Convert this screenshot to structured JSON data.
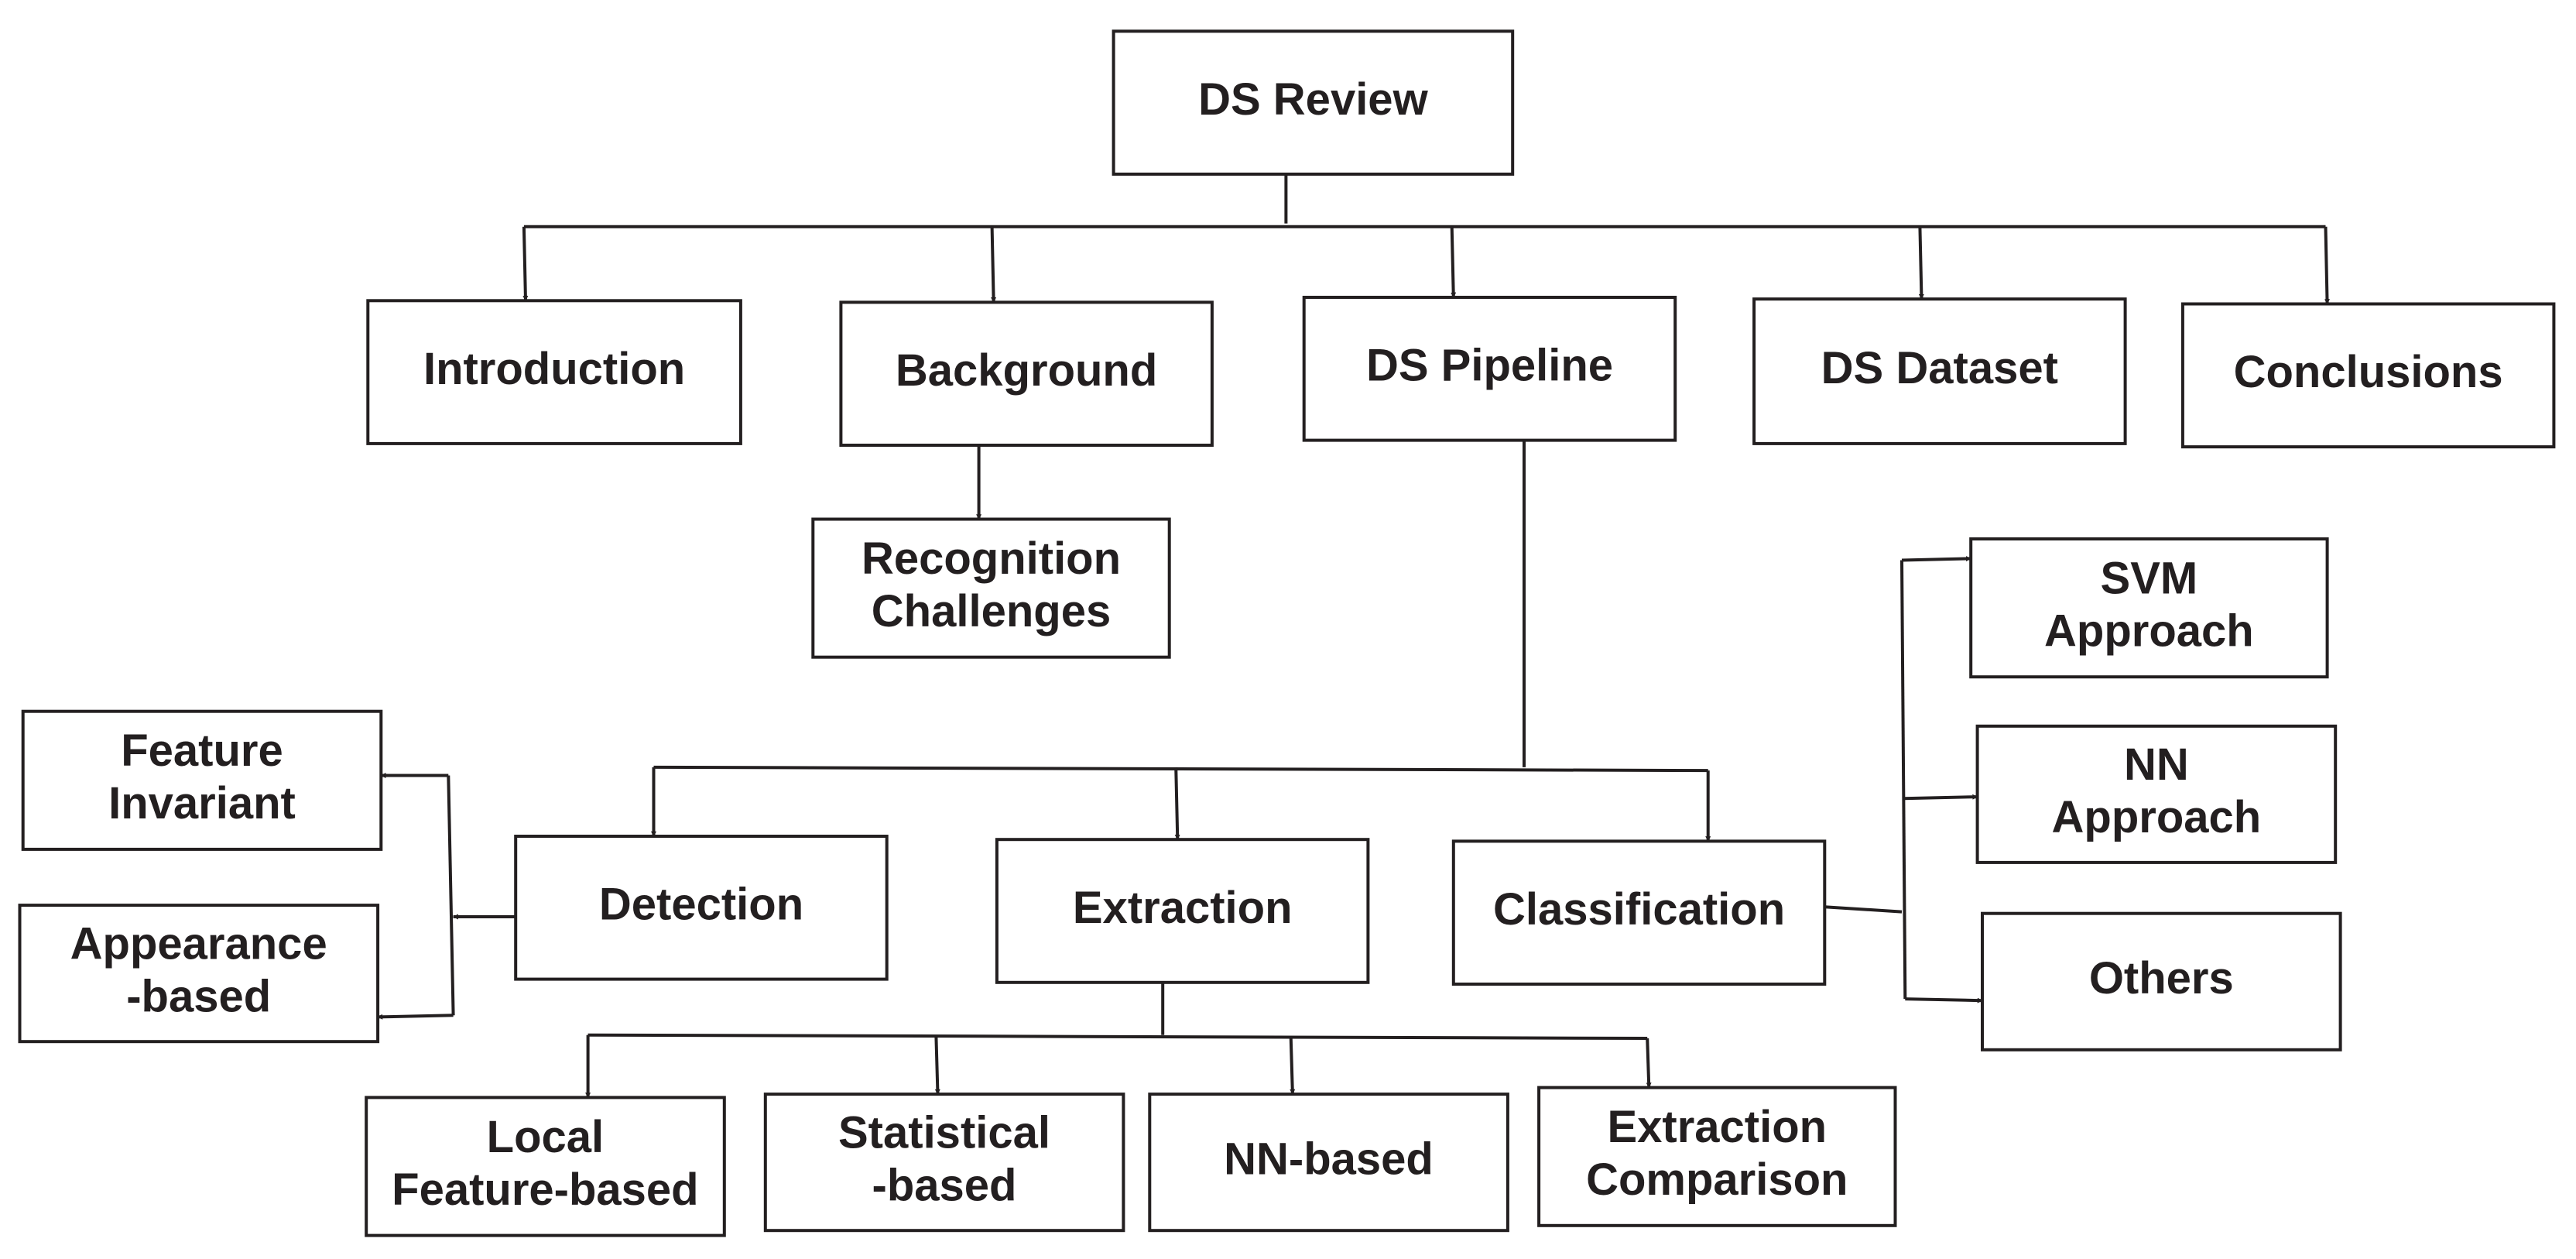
{
  "nodes": {
    "ds_review": [
      "DS Review"
    ],
    "introduction": [
      "Introduction"
    ],
    "background": [
      "Background"
    ],
    "ds_pipeline": [
      "DS Pipeline"
    ],
    "ds_dataset": [
      "DS Dataset"
    ],
    "conclusions": [
      "Conclusions"
    ],
    "recognition_challenges": [
      "Recognition",
      "Challenges"
    ],
    "detection": [
      "Detection"
    ],
    "extraction": [
      "Extraction"
    ],
    "classification": [
      "Classification"
    ],
    "feature_invariant": [
      "Feature",
      "Invariant"
    ],
    "appearance_based": [
      "Appearance",
      "-based"
    ],
    "svm_approach": [
      "SVM",
      "Approach"
    ],
    "nn_approach": [
      "NN",
      "Approach"
    ],
    "others": [
      "Others"
    ],
    "local_feature_based": [
      "Local",
      "Feature-based"
    ],
    "statistical_based": [
      "Statistical",
      "-based"
    ],
    "nn_based": [
      "NN-based"
    ],
    "extraction_comparison": [
      "Extraction",
      "Comparison"
    ]
  },
  "edges": [
    [
      "ds_review",
      "introduction"
    ],
    [
      "ds_review",
      "background"
    ],
    [
      "ds_review",
      "ds_pipeline"
    ],
    [
      "ds_review",
      "ds_dataset"
    ],
    [
      "ds_review",
      "conclusions"
    ],
    [
      "background",
      "recognition_challenges"
    ],
    [
      "ds_pipeline",
      "detection"
    ],
    [
      "ds_pipeline",
      "extraction"
    ],
    [
      "ds_pipeline",
      "classification"
    ],
    [
      "detection",
      "feature_invariant"
    ],
    [
      "detection",
      "appearance_based"
    ],
    [
      "classification",
      "svm_approach"
    ],
    [
      "classification",
      "nn_approach"
    ],
    [
      "classification",
      "others"
    ],
    [
      "extraction",
      "local_feature_based"
    ],
    [
      "extraction",
      "statistical_based"
    ],
    [
      "extraction",
      "nn_based"
    ],
    [
      "extraction",
      "extraction_comparison"
    ]
  ],
  "colors": {
    "stroke": "#231f20",
    "box_fill": "#ffffff",
    "text": "#231f20"
  }
}
